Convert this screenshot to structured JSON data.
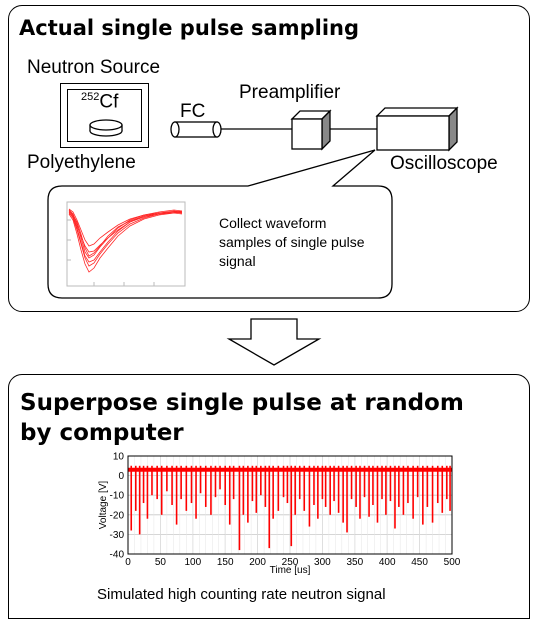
{
  "top_panel": {
    "title": "Actual single pulse sampling",
    "neutron_source_label": "Neutron Source",
    "isotope_mass": "252",
    "isotope_symbol": "Cf",
    "polyethylene_label": "Polyethylene",
    "fc_label": "FC",
    "preamplifier_label": "Preamplifier",
    "oscilloscope_label": "Oscilloscope",
    "callout_text": "Collect waveform samples of single pulse signal"
  },
  "bottom_panel": {
    "title_line1": "Superpose single pulse at random",
    "title_line2": "by computer",
    "caption": "Simulated high counting rate neutron signal"
  },
  "chart_data": {
    "type": "line",
    "xlabel": "Time [us]",
    "ylabel": "Voltage [V]",
    "xlim": [
      0,
      500
    ],
    "ylim": [
      -40,
      10
    ],
    "xticks": [
      0,
      50,
      100,
      150,
      200,
      250,
      300,
      350,
      400,
      450,
      500
    ],
    "yticks": [
      10,
      0,
      -10,
      -20,
      -30,
      -40
    ],
    "grid": true,
    "series": [
      {
        "color": "#ff0000",
        "baseline": 3,
        "pulses": [
          [
            5,
            -28
          ],
          [
            12,
            -18
          ],
          [
            18,
            -30
          ],
          [
            24,
            -14
          ],
          [
            30,
            -22
          ],
          [
            37,
            -10
          ],
          [
            45,
            -12
          ],
          [
            52,
            -20
          ],
          [
            60,
            -8
          ],
          [
            68,
            -15
          ],
          [
            75,
            -25
          ],
          [
            82,
            -12
          ],
          [
            90,
            -18
          ],
          [
            98,
            -14
          ],
          [
            105,
            -22
          ],
          [
            112,
            -9
          ],
          [
            120,
            -16
          ],
          [
            128,
            -20
          ],
          [
            135,
            -11
          ],
          [
            142,
            -7
          ],
          [
            150,
            -15
          ],
          [
            157,
            -25
          ],
          [
            163,
            -12
          ],
          [
            172,
            -38
          ],
          [
            178,
            -20
          ],
          [
            185,
            -24
          ],
          [
            192,
            -13
          ],
          [
            198,
            -19
          ],
          [
            205,
            -10
          ],
          [
            212,
            -16
          ],
          [
            218,
            -37
          ],
          [
            224,
            -22
          ],
          [
            232,
            -18
          ],
          [
            240,
            -11
          ],
          [
            246,
            -14
          ],
          [
            252,
            -36
          ],
          [
            258,
            -20
          ],
          [
            265,
            -12
          ],
          [
            272,
            -18
          ],
          [
            280,
            -26
          ],
          [
            287,
            -15
          ],
          [
            293,
            -22
          ],
          [
            300,
            -12
          ],
          [
            305,
            -16
          ],
          [
            312,
            -20
          ],
          [
            318,
            -13
          ],
          [
            325,
            -19
          ],
          [
            332,
            -24
          ],
          [
            338,
            -29
          ],
          [
            345,
            -12
          ],
          [
            352,
            -16
          ],
          [
            358,
            -22
          ],
          [
            365,
            -11
          ],
          [
            372,
            -21
          ],
          [
            378,
            -15
          ],
          [
            385,
            -24
          ],
          [
            392,
            -12
          ],
          [
            398,
            -20
          ],
          [
            405,
            -13
          ],
          [
            412,
            -27
          ],
          [
            418,
            -16
          ],
          [
            425,
            -20
          ],
          [
            432,
            -14
          ],
          [
            440,
            -22
          ],
          [
            447,
            -11
          ],
          [
            455,
            -25
          ],
          [
            462,
            -16
          ],
          [
            470,
            -24
          ],
          [
            478,
            -14
          ],
          [
            485,
            -19
          ],
          [
            492,
            -12
          ],
          [
            497,
            -18
          ]
        ]
      }
    ]
  }
}
